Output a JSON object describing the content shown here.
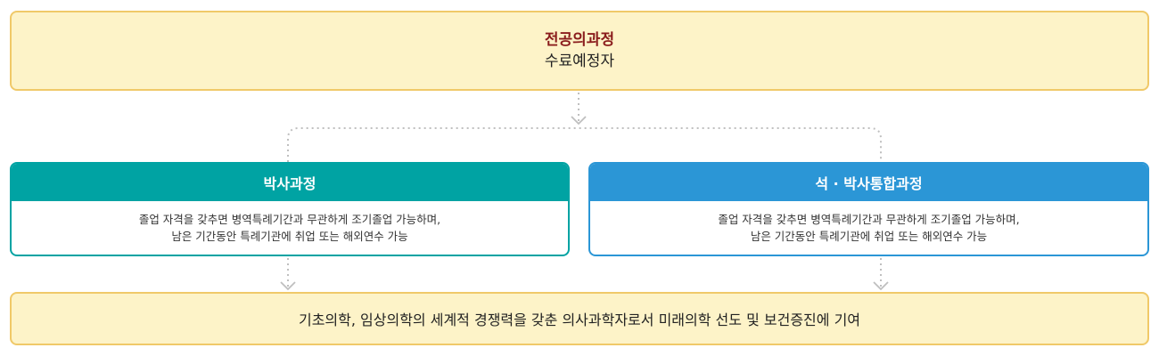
{
  "top": {
    "title": "전공의과정",
    "subtitle": "수료예정자"
  },
  "cards": [
    {
      "title": "박사과정",
      "lines": [
        "졸업 자격을 갖추면 병역특례기간과 무관하게 조기졸업 가능하며,",
        "남은 기간동안 특례기관에 취업 또는 해외연수 가능"
      ]
    },
    {
      "title": "석 · 박사통합과정",
      "lines": [
        "졸업 자격을 갖추면 병역특례기간과 무관하게 조기졸업 가능하며,",
        "남은 기간동안 특례기관에 취업 또는 해외연수 가능"
      ]
    }
  ],
  "bottom": {
    "text": "기초의학, 임상의학의 세계적 경쟁력을 갖춘 의사과학자로서 미래의학 선도 및 보건증진에 기여"
  },
  "colors": {
    "cream_bg": "#fdf3c8",
    "cream_border": "#f0c969",
    "teal": "#00a3a3",
    "blue": "#2b96d6",
    "title_red": "#8a1c1c",
    "connector": "#bfbfbf"
  }
}
